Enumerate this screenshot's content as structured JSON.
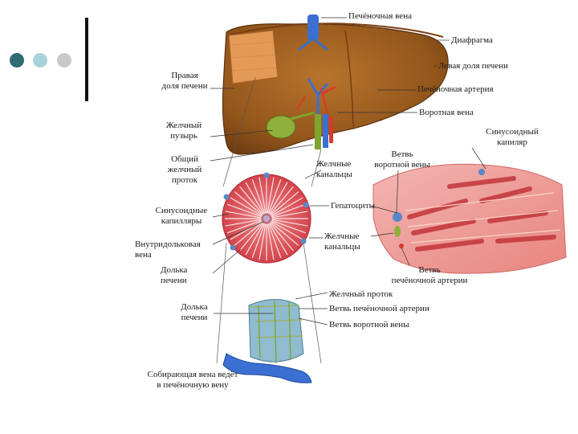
{
  "colors": {
    "dot1": "#2f6b70",
    "dot2": "#a9d3d8",
    "dot3": "#c9c9c9",
    "liver": "#a0611f",
    "liver_dark": "#6e3d12",
    "lobule": "#d8444d",
    "tissue": "#e2585e",
    "bile": "#7fa52e",
    "vein": "#3b6fd1"
  },
  "labels": {
    "hepatic_vein": "Печёночная вена",
    "diaphragm": "Диафрагма",
    "left_lobe": "Левая доля печени",
    "hepatic_artery": "Печёночная артерия",
    "portal_vein": "Воротная вена",
    "right_lobe_1": "Правая",
    "right_lobe_2": "доля печени",
    "gallbladder_1": "Желчный",
    "gallbladder_2": "пузырь",
    "common_duct_1": "Общий",
    "common_duct_2": "желчный",
    "common_duct_3": "проток",
    "bile_canaliculi_1_a": "Желчные",
    "bile_canaliculi_1_b": "канальцы",
    "sinusoid_cap_1": "Синусоидный",
    "sinusoid_cap_2": "капиляр",
    "portal_branch_1": "Ветвь",
    "portal_branch_2": "воротной вены",
    "sinusoid_caps_1": "Синусоидные",
    "sinusoid_caps_2": "капилляры",
    "hepatocytes": "Гепатоциты",
    "central_vein_1": "Внутридольковая",
    "central_vein_2": "вена",
    "bile_canaliculi_2_a": "Желчные",
    "bile_canaliculi_2_b": "канальцы",
    "lobule_1_a": "Долька",
    "lobule_1_b": "печени",
    "artery_branch_1": "Ветвь",
    "artery_branch_2": "печёночной артерии",
    "bile_duct": "Желчный проток",
    "artery_branch_3": "Ветвь печёночной артерии",
    "portal_branch_3": "Ветвь воротной вены",
    "lobule_2_a": "Долька",
    "lobule_2_b": "печени",
    "collecting_1": "Собирающая вена ведёт",
    "collecting_2": "в печёночную вену"
  }
}
